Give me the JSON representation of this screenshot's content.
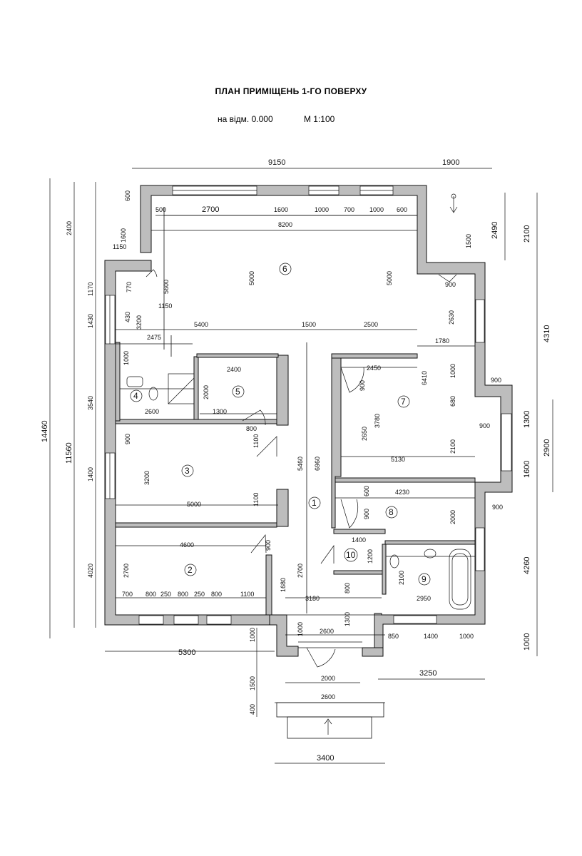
{
  "header": {
    "title": "ПЛАН ПРИМІЩЕНЬ 1-ГО ПОВЕРХУ",
    "level": "на відм. 0.000",
    "scale": "М 1:100"
  },
  "rooms": [
    {
      "name": "room-1",
      "num": "1"
    },
    {
      "name": "room-2",
      "num": "2"
    },
    {
      "name": "room-3",
      "num": "3"
    },
    {
      "name": "room-4",
      "num": "4"
    },
    {
      "name": "room-5",
      "num": "5"
    },
    {
      "name": "room-6",
      "num": "6"
    },
    {
      "name": "room-7",
      "num": "7"
    },
    {
      "name": "room-8",
      "num": "8"
    },
    {
      "name": "room-9",
      "num": "9"
    },
    {
      "name": "room-10",
      "num": "10"
    }
  ],
  "dimensions": {
    "top_total": "9150",
    "top_right": "1900",
    "top_chain": [
      "500",
      "2700",
      "1600",
      "1000",
      "700",
      "1000",
      "600"
    ],
    "top_inner": "8200",
    "left_total": "14460",
    "left_main": "11560",
    "left_top": "2400",
    "left_chain": [
      "1170",
      "1430",
      "3540",
      "1400",
      "4020"
    ],
    "left_small": [
      "600",
      "1600",
      "1150",
      "770",
      "5600",
      "1150",
      "430",
      "3200",
      "2475",
      "1000"
    ],
    "right_chain": [
      "2490",
      "2100",
      "4310",
      "1300",
      "2900",
      "1600",
      "4260",
      "1000"
    ],
    "right_small": [
      "900",
      "1500",
      "2630",
      "1780",
      "1000",
      "900",
      "680",
      "900",
      "2100",
      "900"
    ],
    "room6": [
      "5000",
      "5000",
      "5400",
      "1500",
      "2500"
    ],
    "center": [
      "2400",
      "2000",
      "1300",
      "2600",
      "800",
      "900",
      "1100",
      "3200",
      "5000",
      "1100",
      "5460",
      "6960",
      "4600",
      "900",
      "2700",
      "1680",
      "2700",
      "800",
      "250",
      "800",
      "250",
      "800",
      "1100",
      "3180"
    ],
    "room7": [
      "2450",
      "6410",
      "900",
      "2650",
      "3780",
      "5130",
      "2100"
    ],
    "room8": [
      "600",
      "4230",
      "900",
      "2000",
      "1400",
      "1200",
      "2100",
      "2950",
      "800",
      "1300"
    ],
    "bottom": [
      "5300",
      "1000",
      "2600",
      "1000",
      "850",
      "1400",
      "1000",
      "3250",
      "2000",
      "1500",
      "2600",
      "400",
      "3400"
    ]
  }
}
